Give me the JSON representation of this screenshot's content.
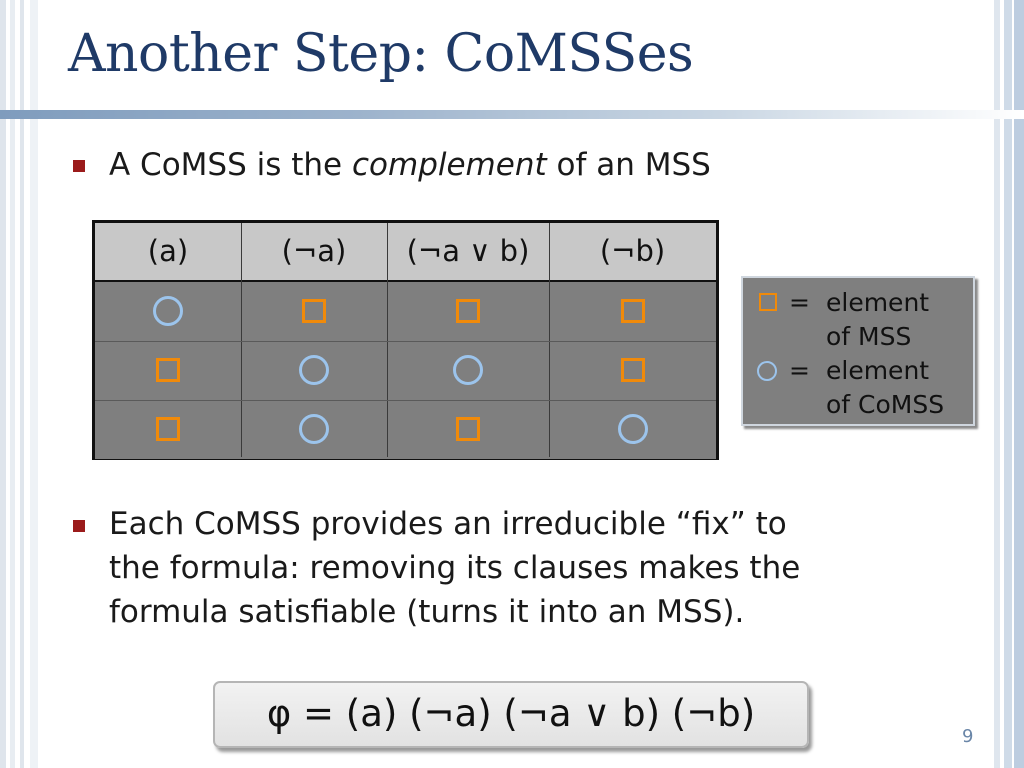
{
  "slide": {
    "title": "Another Step: CoMSSes",
    "bullets": [
      {
        "prefix": "A CoMSS is the ",
        "emphasis": "complement",
        "suffix": " of an MSS"
      },
      {
        "lines": [
          "Each CoMSS provides an irreducible “fix” to",
          "the formula: removing its clauses makes the",
          "formula satisfiable (turns it into an MSS)."
        ]
      }
    ],
    "page_number": "9"
  },
  "table": {
    "headers": [
      "(a)",
      "(¬a)",
      "(¬a ∨ b)",
      "(¬b)"
    ],
    "rows": [
      [
        "circle",
        "square",
        "square",
        "square"
      ],
      [
        "square",
        "circle",
        "circle",
        "square"
      ],
      [
        "square",
        "circle",
        "square",
        "circle"
      ]
    ]
  },
  "legend": {
    "items": [
      {
        "symbol": "square",
        "equals": "=",
        "lines": [
          "element",
          "of MSS"
        ]
      },
      {
        "symbol": "circle",
        "equals": "=",
        "lines": [
          "element",
          "of CoMSS"
        ]
      }
    ]
  },
  "formula": {
    "text": "φ = (a) (¬a) (¬a ∨ b) (¬b)"
  },
  "colors": {
    "title": "#1f3a67",
    "bullet": "#9b1b1b",
    "square_symbol": "#f08a0a",
    "circle_symbol": "#9cc4ec",
    "table_body": "#7f7f7f",
    "table_header": "#c8c8c8"
  }
}
